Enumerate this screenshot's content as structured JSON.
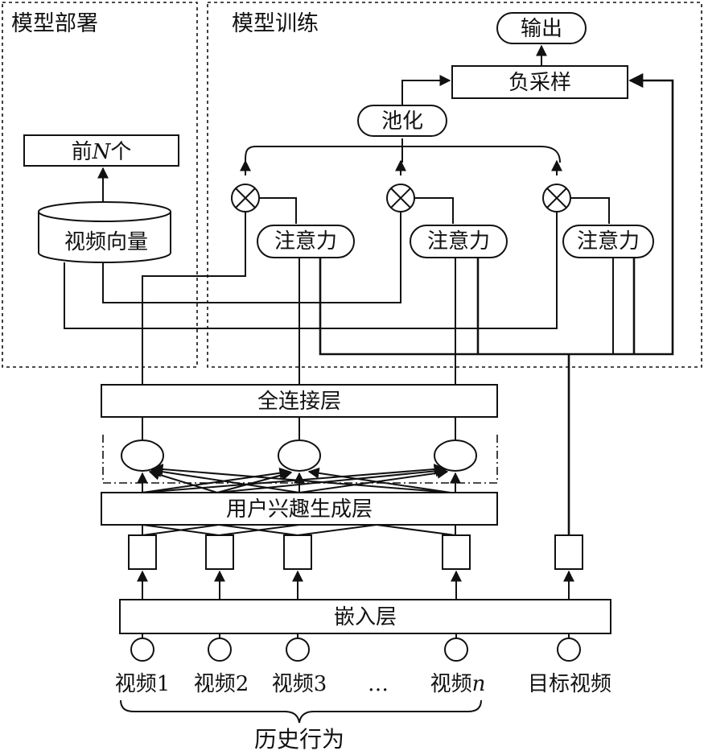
{
  "regions": {
    "deploy": "模型部署",
    "train": "模型训练"
  },
  "nodes": {
    "output": "输出",
    "negative_sampling": "负采样",
    "pooling": "池化",
    "top_n_prefix": "前",
    "top_n_var": "N",
    "top_n_suffix": "个",
    "video_vectors": "视频向量",
    "attention": [
      "注意力",
      "注意力",
      "注意力"
    ],
    "fully_connected": "全连接层",
    "user_interest": "用户兴趣生成层",
    "embedding": "嵌入层"
  },
  "inputs": {
    "videos": [
      {
        "prefix": "视频",
        "suffix": "1"
      },
      {
        "prefix": "视频",
        "suffix": "2"
      },
      {
        "prefix": "视频",
        "suffix": "3"
      },
      {
        "prefix": "…",
        "suffix": ""
      },
      {
        "prefix": "视频",
        "suffix": "n"
      }
    ],
    "target_video": "目标视频",
    "history_caption": "历史行为"
  }
}
